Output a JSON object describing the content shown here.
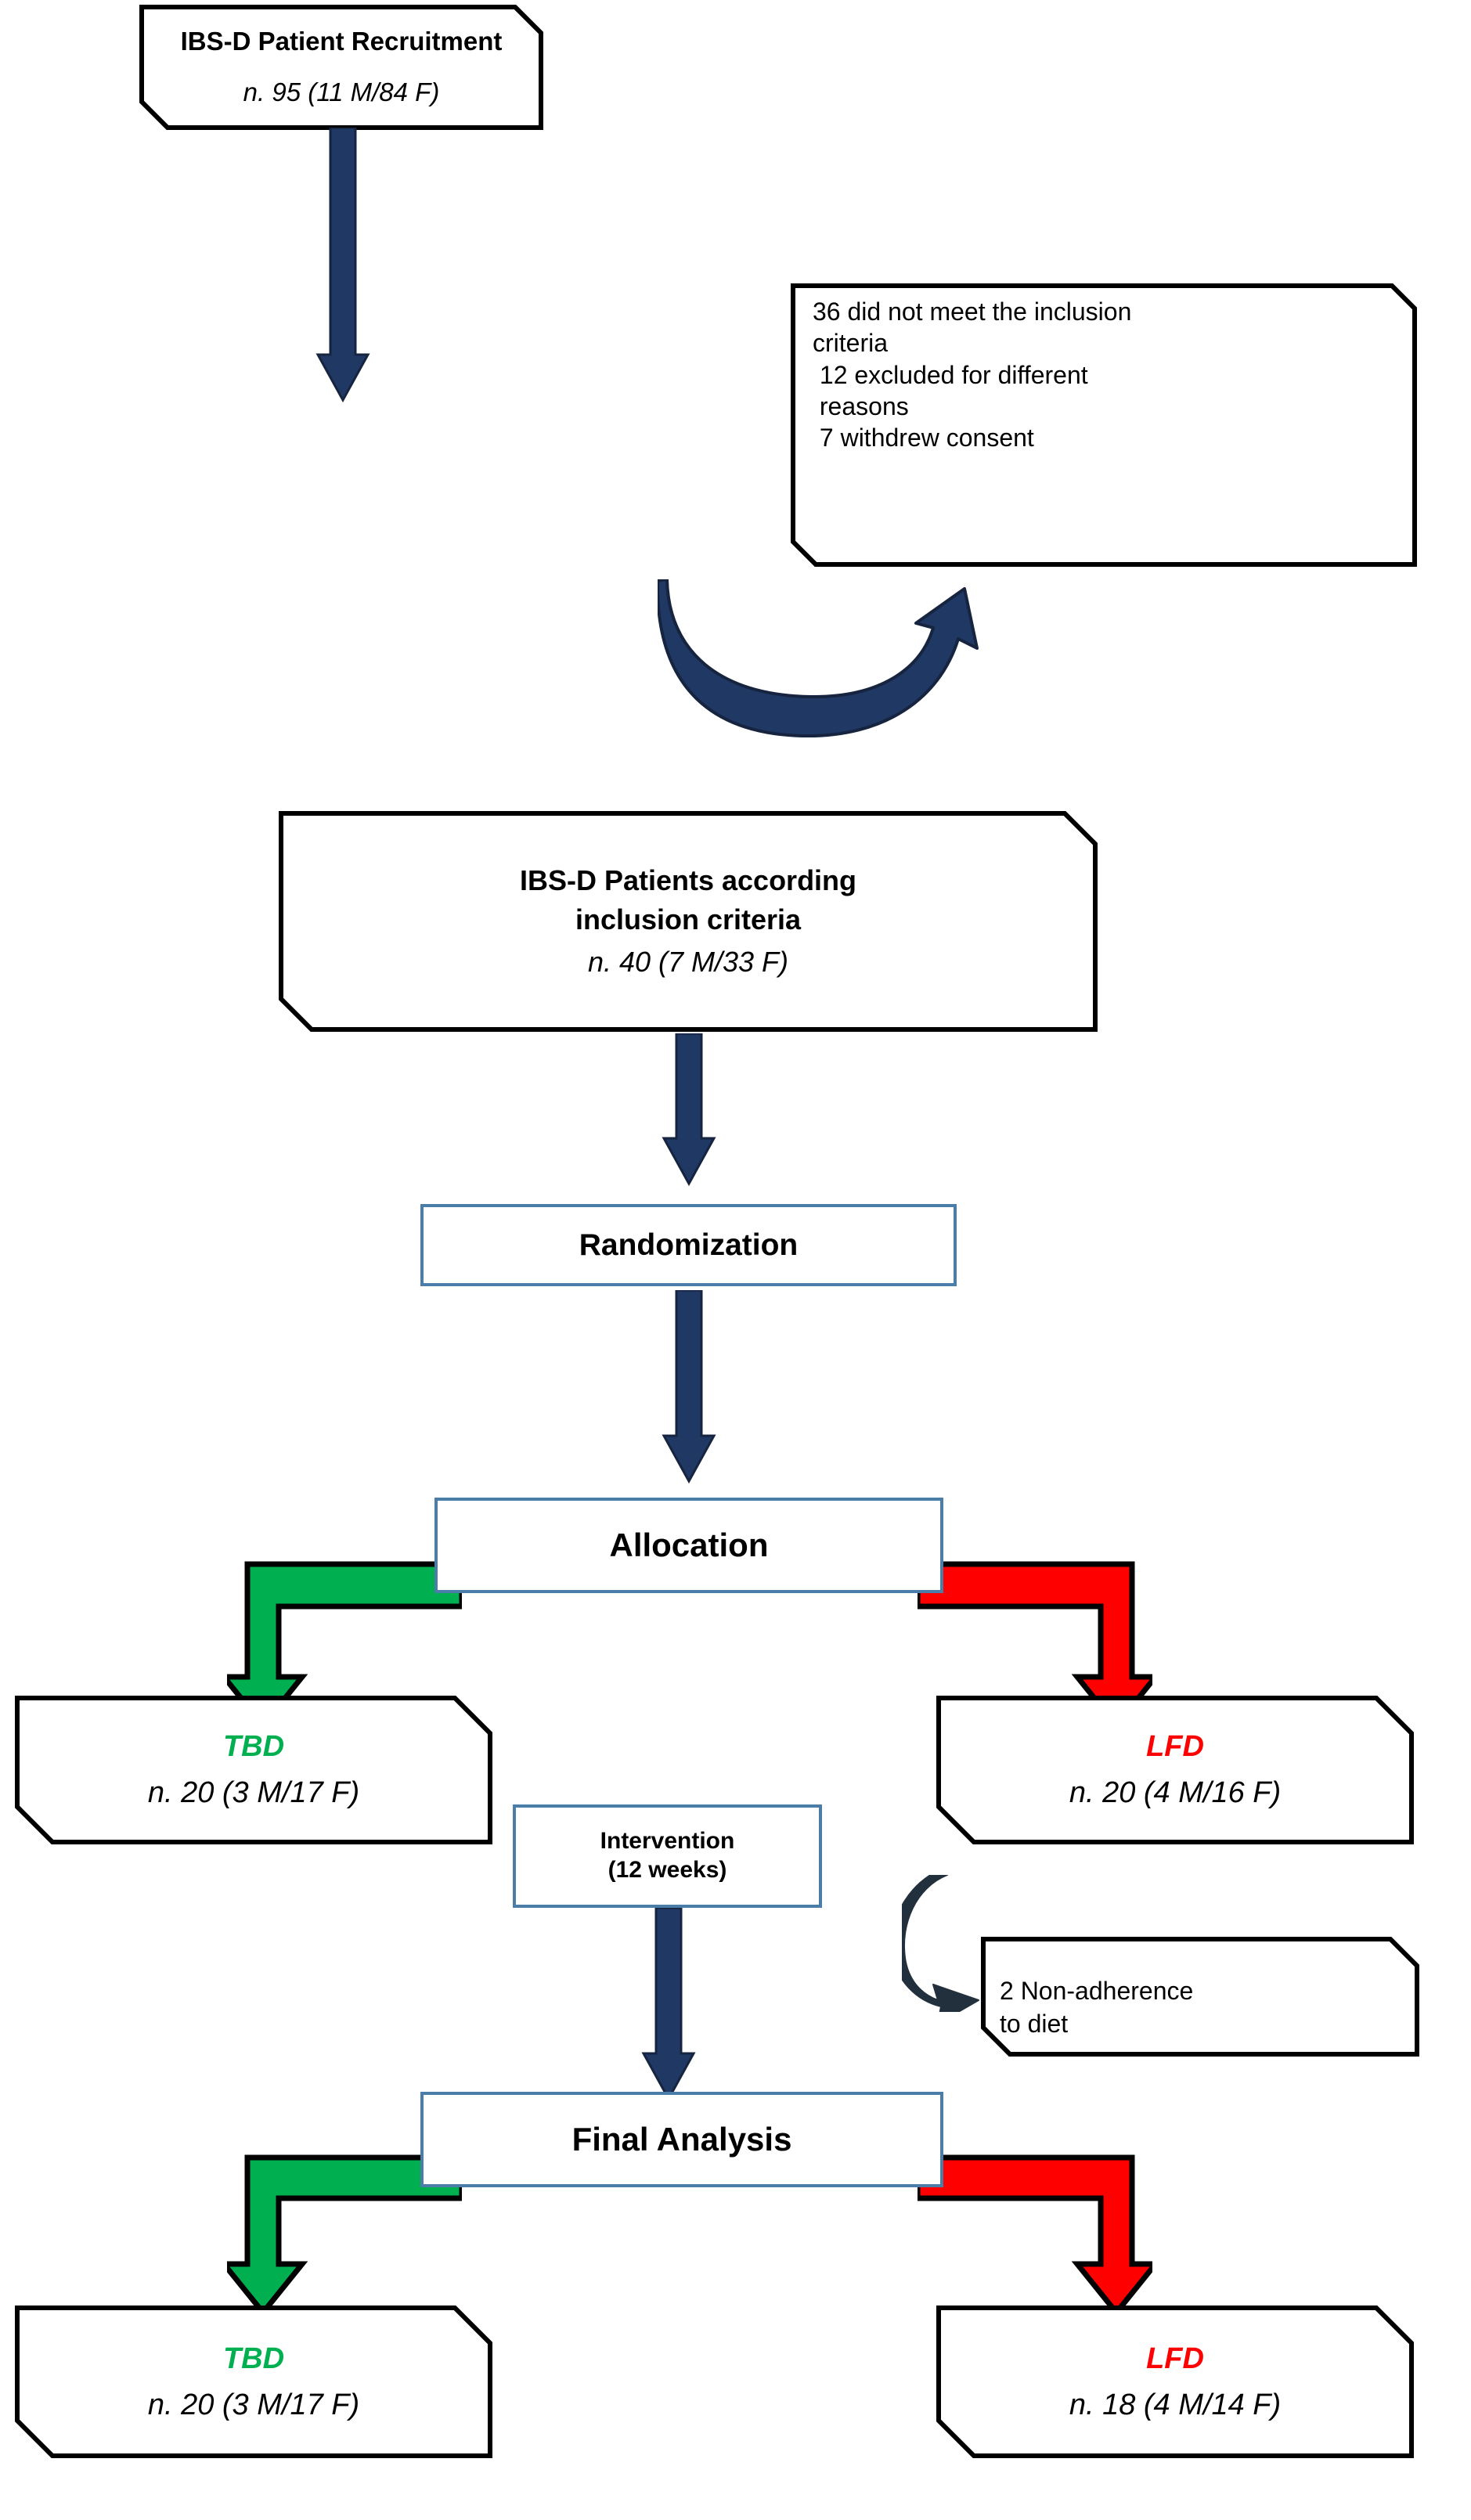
{
  "figure": {
    "type": "flowchart",
    "title": "IBS-D study CONSORT participant flow diagram",
    "colors": {
      "navy_arrow": "#1F3864",
      "navy_arrow_outline": "#16243F",
      "box_border_blue": "#4A7EA8",
      "tbd_green": "#00B050",
      "lfd_red": "#FF0000",
      "card_border": "#000000",
      "text": "#000000",
      "background": "#FFFFFF"
    }
  },
  "nodes": {
    "recruitment": {
      "name": "recruitment-box",
      "title": "IBS-D Patient Recruitment",
      "counts": "n. 95 (11 M/84 F)",
      "n_label": "n.",
      "n_value": "95",
      "male": "11 M",
      "female": "84 F",
      "total": 95
    },
    "exclusions": {
      "name": "exclusions-box",
      "lines": [
        "36 did not meet the inclusion criteria",
        " 12 excluded for different reasons",
        " 7 withdrew consent"
      ],
      "line1a": "36 did not meet the inclusion",
      "line1b": "criteria",
      "line2a": " 12 excluded for different",
      "line2b": " reasons",
      "line3": " 7 withdrew consent",
      "not_meeting_criteria": 36,
      "excluded_other": 12,
      "withdrew_consent": 7
    },
    "included": {
      "name": "included-patients-box",
      "title_line1": "IBS-D Patients according",
      "title_line2": "inclusion criteria",
      "counts": "n. 40 (7 M/33 F)",
      "total": 40,
      "male": "7 M",
      "female": "33 F"
    },
    "randomization": {
      "name": "randomization-box",
      "label": "Randomization"
    },
    "allocation": {
      "name": "allocation-box",
      "label": "Allocation"
    },
    "alloc_tbd": {
      "name": "allocation-tbd-box",
      "arm": "TBD",
      "counts": "n. 20 (3 M/17 F)",
      "total": 20,
      "male": "3 M",
      "female": "17 F"
    },
    "alloc_lfd": {
      "name": "allocation-lfd-box",
      "arm": "LFD",
      "counts": "n. 20 (4 M/16 F)",
      "total": 20,
      "male": "4 M",
      "female": "16 F"
    },
    "intervention": {
      "name": "intervention-box",
      "line1": "Intervention",
      "line2": "(12 weeks)",
      "duration_weeks": 12
    },
    "dropout": {
      "name": "non-adherence-box",
      "line1": "2 Non-adherence",
      "line2": "to diet",
      "count": 2
    },
    "final_analysis": {
      "name": "final-analysis-box",
      "label": "Final Analysis"
    },
    "final_tbd": {
      "name": "final-tbd-box",
      "arm": "TBD",
      "counts": "n. 20 (3 M/17 F)",
      "total": 20,
      "male": "3 M",
      "female": "17 F"
    },
    "final_lfd": {
      "name": "final-lfd-box",
      "arm": "LFD",
      "counts": "n. 18 (4 M/14 F)",
      "total": 18,
      "male": "4 M",
      "female": "14 F"
    }
  },
  "connectors": [
    {
      "name": "arrow-recruitment-to-included",
      "style": "straight-down",
      "color": "#1F3864"
    },
    {
      "name": "arrow-trunk-to-exclusions",
      "style": "curved-up-right",
      "color": "#1F3864"
    },
    {
      "name": "arrow-included-to-randomization",
      "style": "straight-down",
      "color": "#1F3864"
    },
    {
      "name": "arrow-randomization-to-allocation",
      "style": "straight-down",
      "color": "#1F3864"
    },
    {
      "name": "arrow-allocation-to-tbd",
      "style": "elbow-down-left",
      "color": "#00B050"
    },
    {
      "name": "arrow-allocation-to-lfd",
      "style": "elbow-down-right",
      "color": "#FF0000"
    },
    {
      "name": "arrow-lfd-to-dropout",
      "style": "curved-down",
      "color": "#1F3864"
    },
    {
      "name": "arrow-intervention-to-final",
      "style": "straight-down",
      "color": "#1F3864"
    },
    {
      "name": "arrow-final-to-tbd",
      "style": "elbow-down-left",
      "color": "#00B050"
    },
    {
      "name": "arrow-final-to-lfd",
      "style": "elbow-down-right",
      "color": "#FF0000"
    }
  ]
}
